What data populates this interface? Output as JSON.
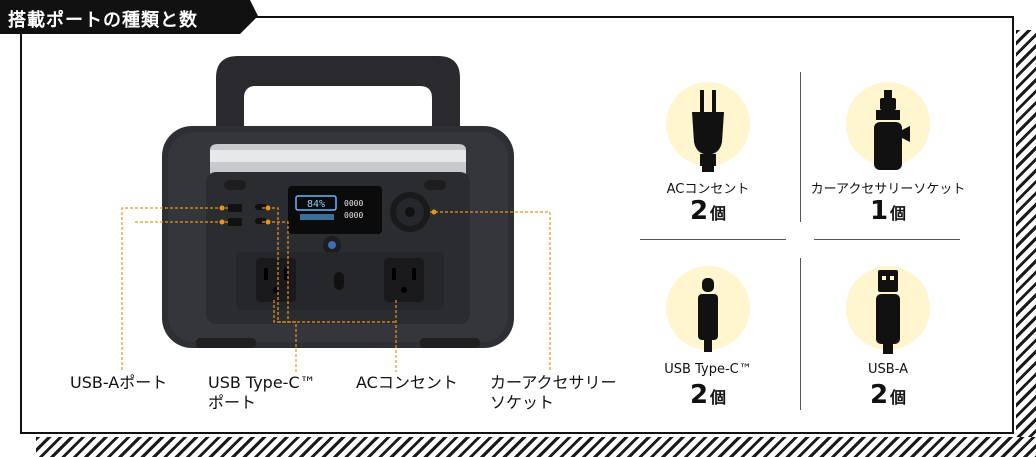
{
  "heading": "搭載ポートの種類と数",
  "device": {
    "display_top": "84%",
    "display_mid": "0000",
    "display_bot": "0000"
  },
  "callouts": {
    "usb_a": "USB-Aポート",
    "usb_c_line1": "USB Type-C™",
    "usb_c_line2": "ポート",
    "ac": "ACコンセント",
    "car_line1": "カーアクセサリー",
    "car_line2": "ソケット"
  },
  "ports": [
    {
      "name": "ACコンセント",
      "count": "2",
      "unit": "個",
      "icon": "ac-plug-icon"
    },
    {
      "name": "カーアクセサリーソケット",
      "count": "1",
      "unit": "個",
      "icon": "car-socket-plug-icon"
    },
    {
      "name": "USB Type-C™",
      "count": "2",
      "unit": "個",
      "icon": "usb-c-plug-icon"
    },
    {
      "name": "USB-A",
      "count": "2",
      "unit": "個",
      "icon": "usb-a-plug-icon"
    }
  ],
  "colors": {
    "accent_orange": "#e8961f",
    "icon_bg": "#fff5cf",
    "ink": "#111111"
  }
}
